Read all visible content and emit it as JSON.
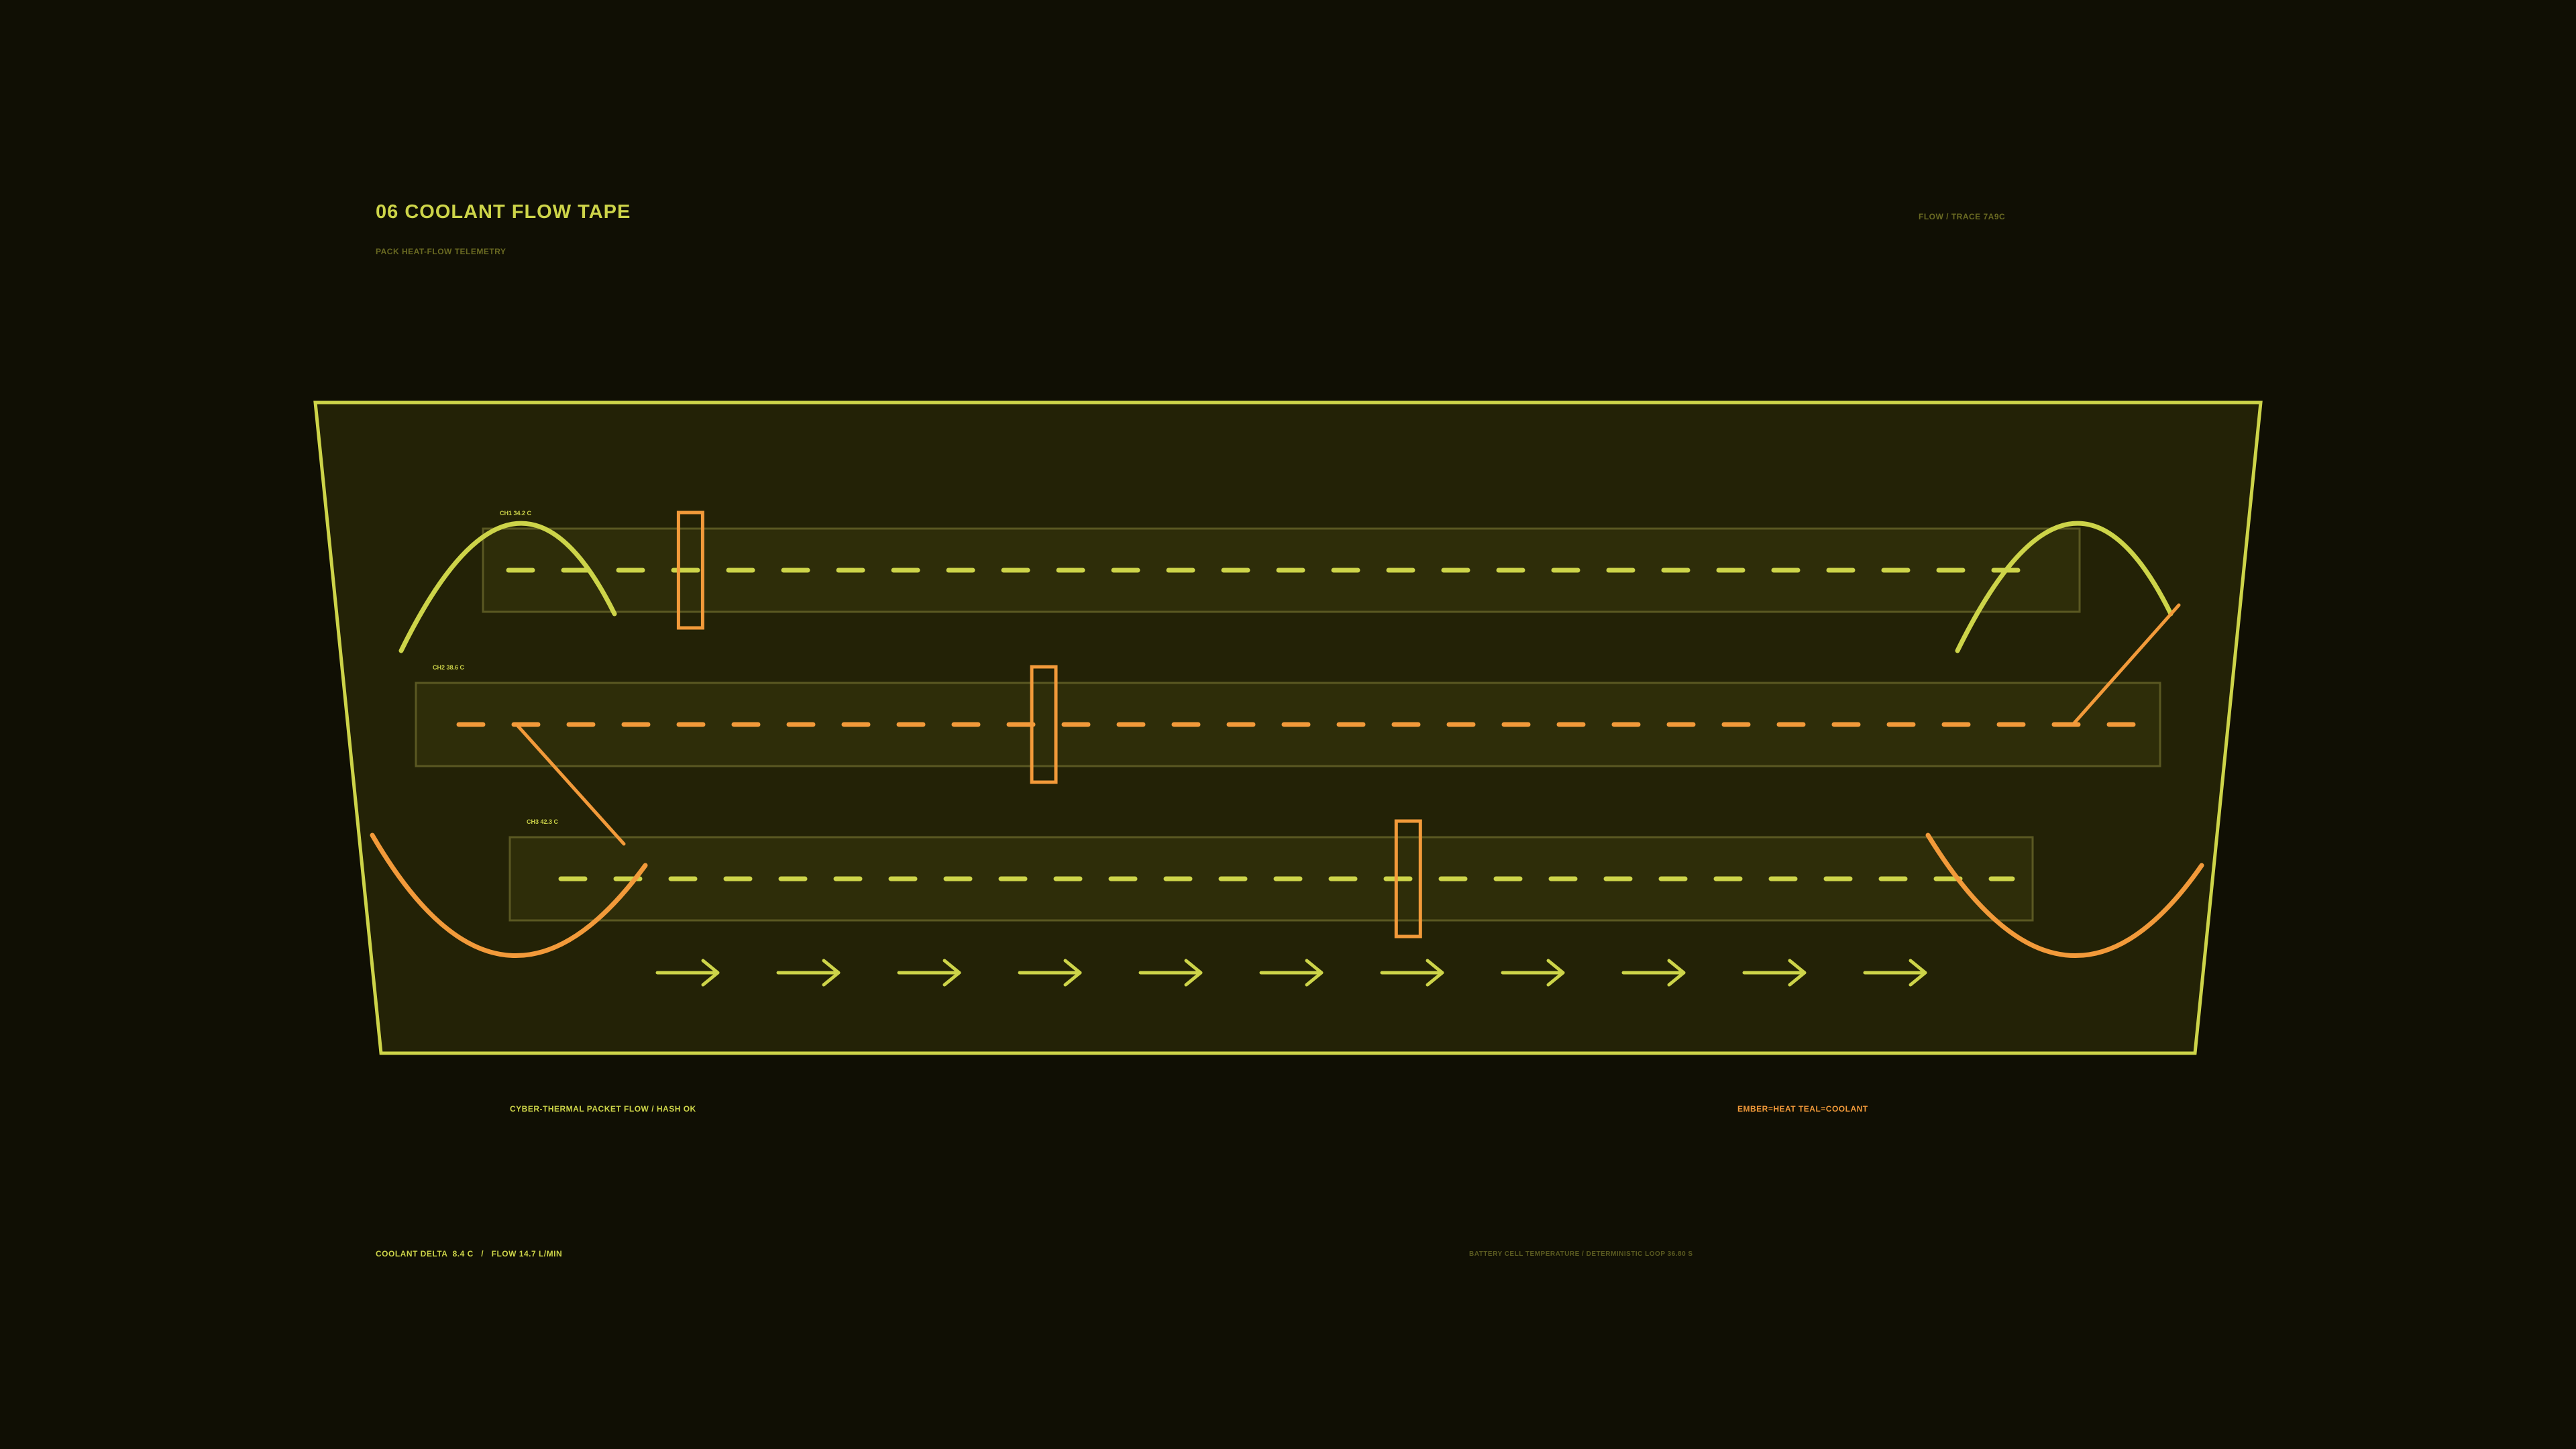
{
  "header": {
    "title": "06  COOLANT FLOW TAPE",
    "subtitle": "PACK HEAT-FLOW TELEMETRY",
    "trace_id": "FLOW / TRACE 7A9C"
  },
  "channels": [
    {
      "label": "CH1  34.2 C",
      "color": "#cdd449",
      "marker_position": 0.13
    },
    {
      "label": "CH2  38.6 C",
      "color": "#f29a3a",
      "marker_position": 0.36
    },
    {
      "label": "CH3  42.3 C",
      "color": "#cdd449",
      "marker_position": 0.59
    }
  ],
  "flow_arrows": {
    "count": 11,
    "color": "#cdd449"
  },
  "footer": {
    "packet_flow": "CYBER-THERMAL PACKET FLOW / HASH OK",
    "legend": "EMBER=HEAT  TEAL=COOLANT",
    "readout": "COOLANT DELTA  8.4 C   /   FLOW 14.7 L/MIN",
    "caption": "BATTERY CELL TEMPERATURE / DETERMINISTIC LOOP 36.80 S"
  },
  "colors": {
    "background": "#100f04",
    "panel_fill": "#232206",
    "accent_primary": "#cdd449",
    "accent_heat": "#f29a3a",
    "muted_text": "#6a6a22"
  }
}
